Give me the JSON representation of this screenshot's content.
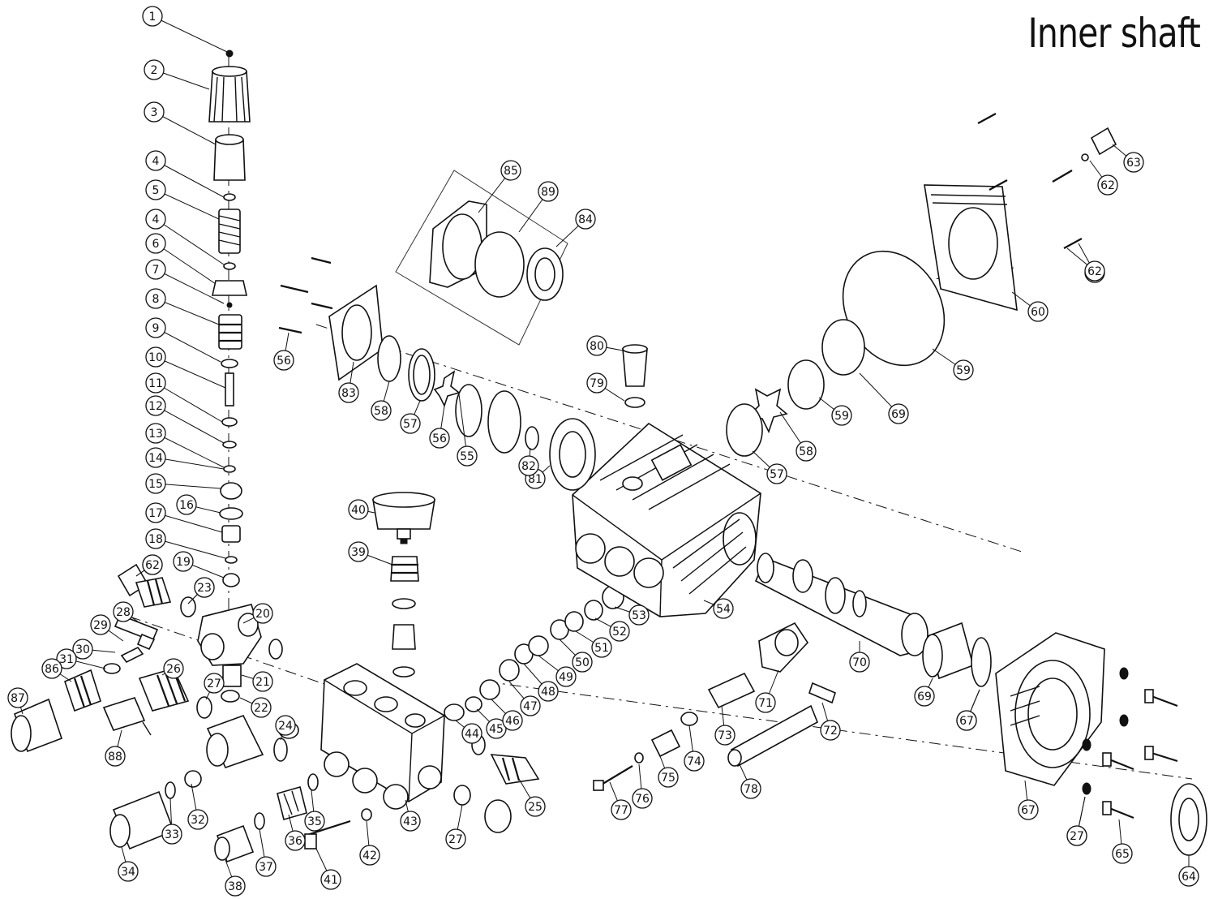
{
  "title": "Inner shaft",
  "colors": {
    "line": "#111111",
    "background": "#ffffff"
  },
  "callouts": [
    "1",
    "2",
    "3",
    "4",
    "5",
    "4",
    "6",
    "7",
    "8",
    "9",
    "10",
    "11",
    "12",
    "13",
    "14",
    "15",
    "16",
    "17",
    "18",
    "19",
    "20",
    "21",
    "22",
    "23",
    "24",
    "25",
    "26",
    "27",
    "28",
    "29",
    "30",
    "31",
    "32",
    "33",
    "34",
    "35",
    "36",
    "37",
    "38",
    "39",
    "40",
    "41",
    "42",
    "43",
    "44",
    "45",
    "46",
    "47",
    "48",
    "49",
    "50",
    "51",
    "52",
    "53",
    "54",
    "55",
    "56",
    "57",
    "58",
    "59",
    "60",
    "61",
    "62",
    "63",
    "64",
    "65",
    "66",
    "67",
    "68",
    "69",
    "70",
    "71",
    "72",
    "73",
    "74",
    "75",
    "76",
    "77",
    "78",
    "79",
    "80",
    "81",
    "82",
    "83",
    "84",
    "85",
    "86",
    "87",
    "88",
    "89",
    "69",
    "59",
    "58",
    "57",
    "56",
    "62",
    "62",
    "23",
    "24",
    "27",
    "27",
    "67",
    "69"
  ]
}
